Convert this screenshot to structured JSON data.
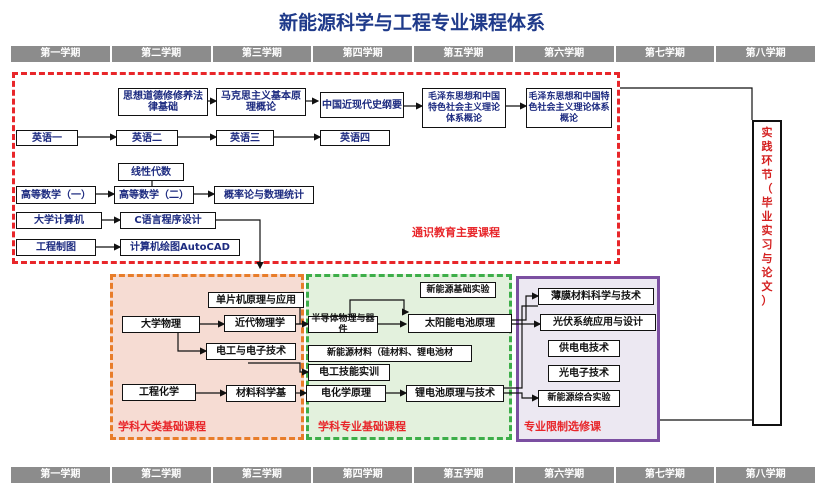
{
  "title": "新能源科学与工程专业课程体系",
  "semesters": [
    "第一学期",
    "第二学期",
    "第三学期",
    "第四学期",
    "第五学期",
    "第六学期",
    "第七学期",
    "第八学期"
  ],
  "regions": {
    "general": "通识教育主要课程",
    "category": "学科大类基础课程",
    "major": "学科专业基础课程",
    "limited": "专业限制选修课"
  },
  "courses": {
    "sixiang": "思想道德修修养法律基础",
    "makesi": "马克思主义基本原理概论",
    "jinxiandai": "中国近现代史纲要",
    "mao1": "毛泽东思想和中国特色社会主义理论体系概论",
    "mao2": "毛泽东思想和中国特色社会主义理论体系概论",
    "eng1": "英语一",
    "eng2": "英语二",
    "eng3": "英语三",
    "eng4": "英语四",
    "linear": "线性代数",
    "math1": "高等数学（一）",
    "math2": "高等数学（二）",
    "prob": "概率论与数理统计",
    "computer": "大学计算机",
    "clang": "C语言程序设计",
    "drawing": "工程制图",
    "cad": "计算机绘图AutoCAD",
    "physics": "大学物理",
    "modern_physics": "近代物理学",
    "mcu": "单片机原理与应用",
    "electronics": "电工与电子技术",
    "chemistry": "工程化学",
    "materials_sci": "材料科学基",
    "semiconductor": "半导体物理与器件",
    "newenergy_exp": "新能源基础实验",
    "solar": "太阳能电池原理",
    "newenergy_mat": "新能源材料（硅材料、锂电池材",
    "elec_training": "电工技能实训",
    "electrochem": "电化学原理",
    "battery": "锂电池原理与技术",
    "thinfilm": "薄膜材料科学与技术",
    "pv": "光伏系统应用与设计",
    "hydrogen": "供电电技术",
    "photoelectric": "光电子技术",
    "comprehensive": "新能源综合实验"
  },
  "practice": [
    "实",
    "践",
    "环",
    "节",
    "（",
    "毕",
    "业",
    "实",
    "习",
    "与",
    "论",
    "文",
    "）"
  ]
}
